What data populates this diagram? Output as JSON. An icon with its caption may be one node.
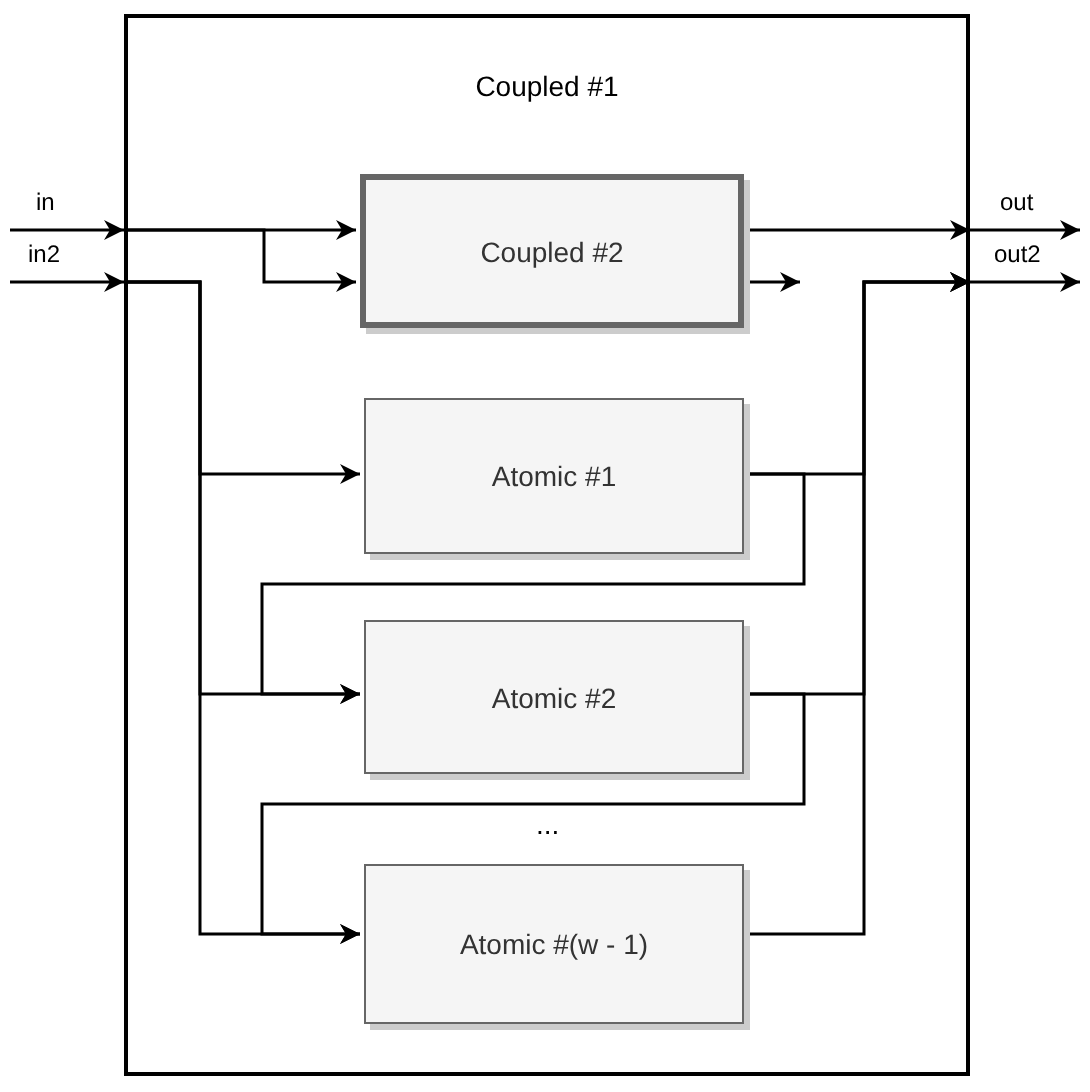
{
  "diagram": {
    "nodes": [
      {
        "text": [
          "Coupled #1"
        ]
      },
      {
        "text": [
          "Coupled #2"
        ],
        "in": 0
      },
      {
        "text": [
          "Atomic #1"
        ],
        "in": 0
      },
      {
        "text": [
          "Atomic #2"
        ],
        "in": 0
      },
      {
        "text": [
          "Atomic #(w - 1)"
        ],
        "in": 0
      }
    ],
    "edges": [
      {
        "from": null,
        "to": 0,
        "arrow": "to",
        "label": "in"
      },
      {
        "from": null,
        "to": 0,
        "arrow": "to",
        "label": "in2"
      },
      {
        "from": 0,
        "to": 1,
        "arrow": "to"
      },
      {
        "from": 0,
        "to": 1,
        "arrow": "to"
      },
      {
        "from": 0,
        "to": 2,
        "arrow": "to"
      },
      {
        "from": 0,
        "to": 3,
        "arrow": "to"
      },
      {
        "from": 0,
        "to": 4,
        "arrow": "to"
      },
      {
        "from": 1,
        "to": 0,
        "arrow": "to"
      },
      {
        "from": 1,
        "to": null,
        "arrow": "to"
      },
      {
        "from": 2,
        "to": 3,
        "arrow": "to"
      },
      {
        "from": 2,
        "to": 0,
        "arrow": "to"
      },
      {
        "from": 3,
        "to": 4,
        "arrow": "to"
      },
      {
        "from": 3,
        "to": 0,
        "arrow": "to"
      },
      {
        "from": 4,
        "to": 0,
        "arrow": "to"
      },
      {
        "from": 0,
        "to": null,
        "arrow": "to",
        "label": "out"
      },
      {
        "from": 0,
        "to": null,
        "arrow": "to",
        "label": "out2"
      }
    ],
    "labels": [
      "..."
    ]
  }
}
